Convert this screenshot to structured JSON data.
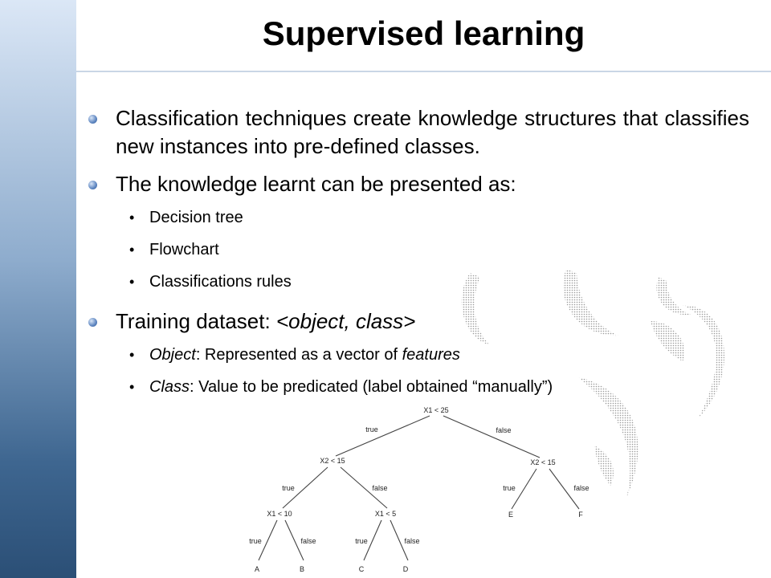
{
  "slide": {
    "title": "Supervised learning",
    "bullets": [
      {
        "text": "Classification techniques create knowledge structures that classifies new instances into pre-defined classes."
      },
      {
        "text": "The knowledge learnt can be presented as:",
        "subitems": [
          "Decision tree",
          "Flowchart",
          "Classifications rules"
        ]
      },
      {
        "text_prefix": "Training dataset: ",
        "text_italic": "<object, class>"
      }
    ],
    "dataset_items": [
      {
        "term": "Object",
        "text_before": ": Represented as a vector of ",
        "term2": "features"
      },
      {
        "term": "Class",
        "text": ": Value to be predicated (label obtained “manually”)"
      }
    ]
  },
  "tree": {
    "root": "X1 < 25",
    "left": "X2 < 15",
    "right": "X2 < 15",
    "left_left": "X1 < 10",
    "left_right": "X1 < 5",
    "edge_true": "true",
    "edge_false": "false",
    "leaves": [
      "A",
      "B",
      "C",
      "D",
      "E",
      "F"
    ]
  },
  "colors": {
    "accent_bar_top": "#dbe7f6",
    "accent_bar_bottom": "#2b4f76",
    "bullet": "#5d85c0"
  }
}
